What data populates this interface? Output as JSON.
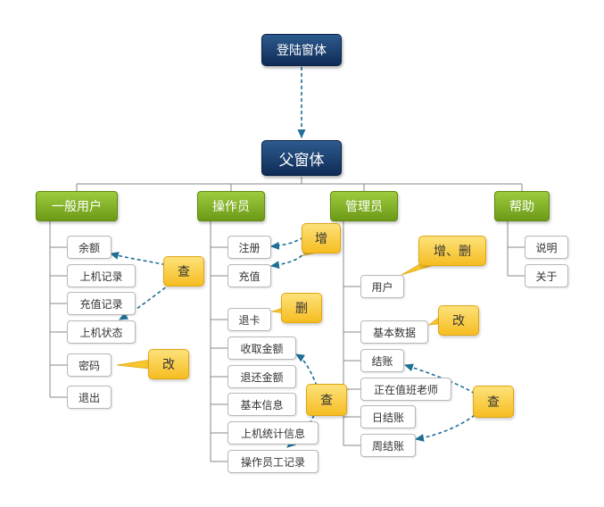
{
  "root": {
    "login": "登陆窗体",
    "parent": "父窗体"
  },
  "branches": [
    {
      "label": "一般用户",
      "items": [
        "余额",
        "上机记录",
        "充值记录",
        "上机状态",
        "密码",
        "退出"
      ]
    },
    {
      "label": "操作员",
      "items": [
        "注册",
        "充值",
        "退卡",
        "收取金额",
        "退还金额",
        "基本信息",
        "上机统计信息",
        "操作员工记录"
      ]
    },
    {
      "label": "管理员",
      "items": [
        "用户",
        "基本数据",
        "结账",
        "正在值班老师",
        "日结账",
        "周结账"
      ]
    },
    {
      "label": "帮助",
      "items": [
        "说明",
        "关于"
      ]
    }
  ],
  "callouts": [
    "查",
    "改",
    "增",
    "删",
    "查",
    "增、删",
    "改",
    "查"
  ],
  "colors": {
    "navy": "#14365f",
    "green": "#86b22a",
    "callout": "#f8c62e",
    "arrow": "#1f6f96",
    "line": "#8a8a8a"
  }
}
